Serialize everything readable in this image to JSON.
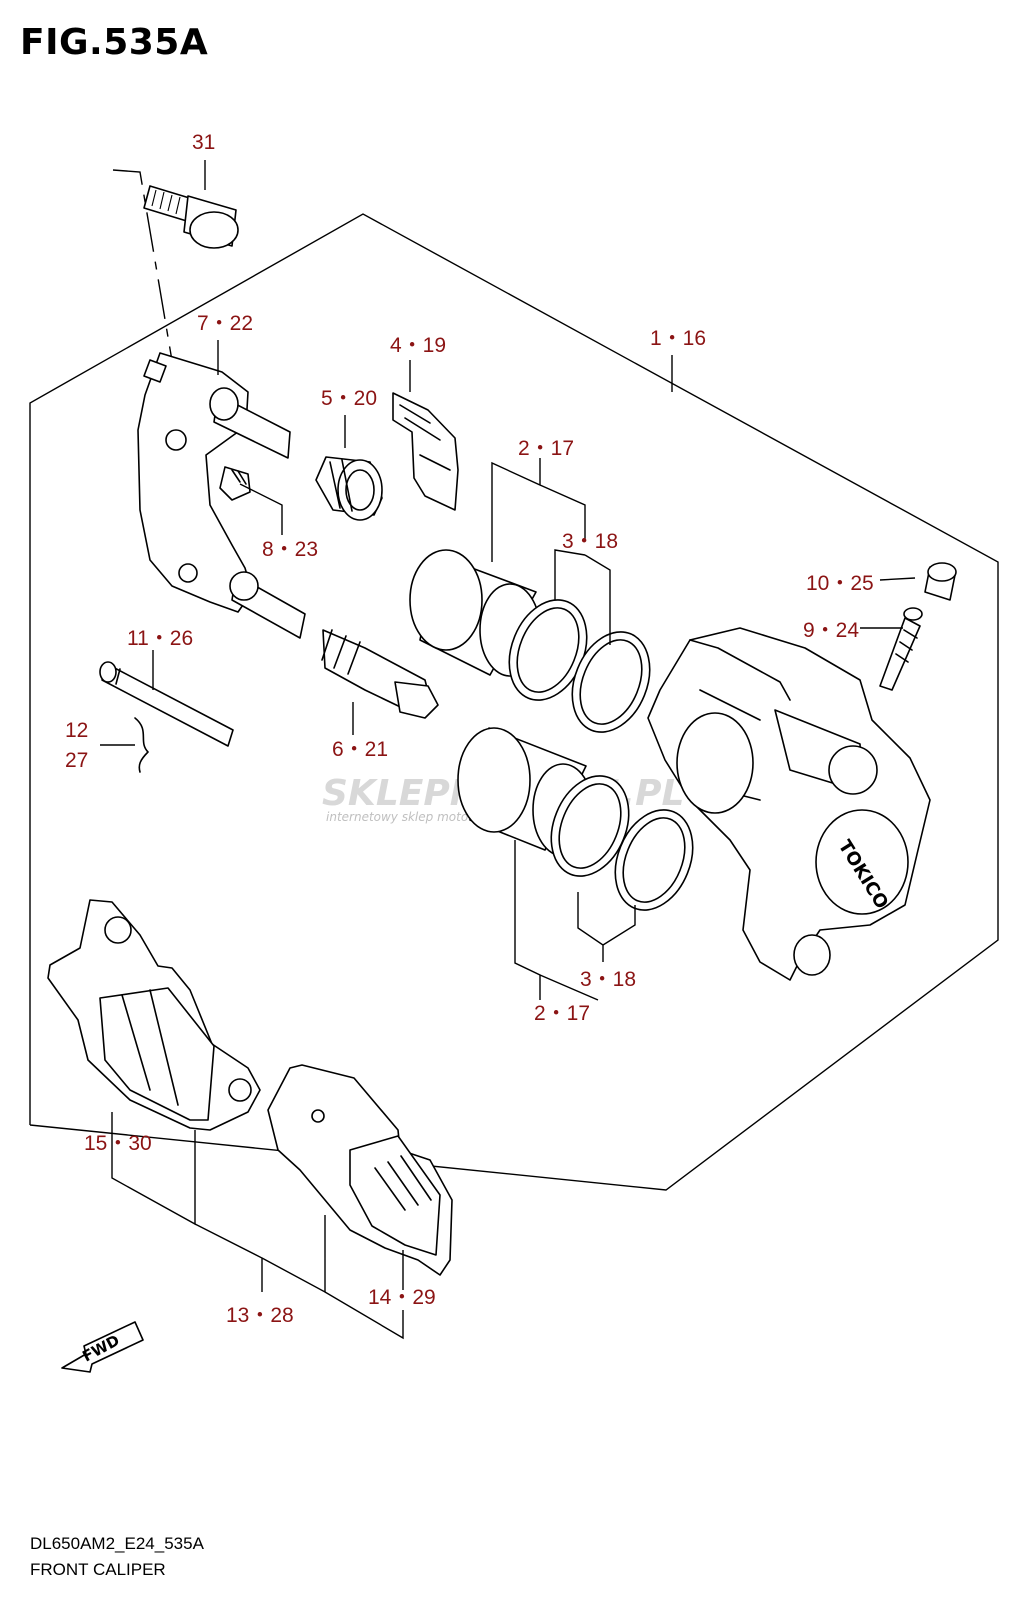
{
  "figure": {
    "title": "FIG.535A",
    "code": "DL650AM2_E24_535A",
    "caption": "FRONT CALIPER"
  },
  "watermark": {
    "brand": "SKLEPMOTO24.PL",
    "tagline": "internetowy sklep motocyklowy"
  },
  "caliper_brand": "TOKICO",
  "direction_mark": "FWD",
  "callouts": {
    "c31": "31",
    "c7_22": "7・22",
    "c4_19": "4・19",
    "c5_20": "5・20",
    "c1_16": "1・16",
    "c2_17_top": "2・17",
    "c3_18_top": "3・18",
    "c8_23": "8・23",
    "c10_25": "10・25",
    "c9_24": "9・24",
    "c11_26": "11・26",
    "c12": "12",
    "c27": "27",
    "c6_21": "6・21",
    "c3_18_bottom": "3・18",
    "c2_17_bottom": "2・17",
    "c15_30": "15・30",
    "c13_28": "13・28",
    "c14_29": "14・29"
  },
  "colors": {
    "callout": "#8b1414",
    "line": "#000000",
    "watermark": "#d8d8d8"
  }
}
